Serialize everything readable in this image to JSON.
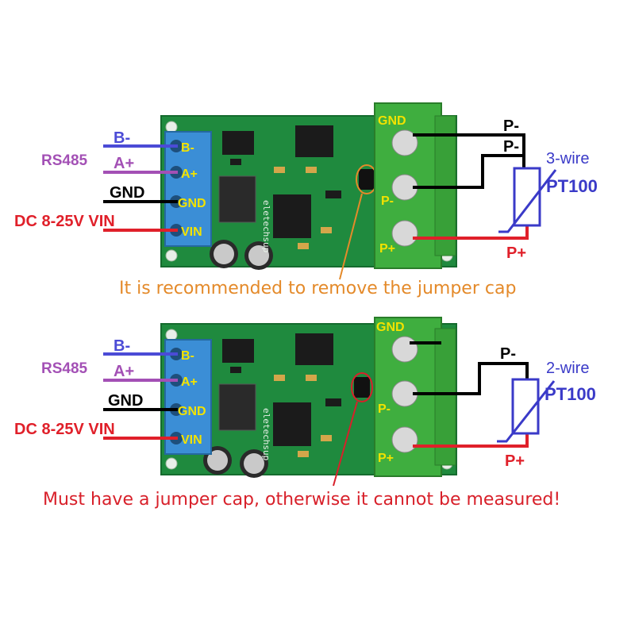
{
  "colors": {
    "pcb": "#1f8a3e",
    "pcb_dark": "#156b2e",
    "terminal": "#3fae3f",
    "blue_terminal": "#3b8ed6",
    "wire_blue": "#4b4bd6",
    "wire_purple": "#a350b5",
    "wire_black": "#000000",
    "wire_red": "#e0202a",
    "label_yellow": "#f2e200",
    "label_pt100": "#3a3ac8",
    "note_orange": "#e48a2a",
    "note_red": "#d8202a"
  },
  "top": {
    "left_labels": {
      "b_minus": "B-",
      "a_plus": "A+",
      "rs485": "RS485",
      "gnd": "GND",
      "dc": "DC 8-25V VIN"
    },
    "pcb_pins": {
      "b": "B-",
      "a": "A+",
      "gnd": "GND",
      "vin": "VIN"
    },
    "right_pins": {
      "gnd": "GND",
      "p_minus": "P-",
      "p_plus": "P+"
    },
    "wire_labels": {
      "p_minus_1": "P-",
      "p_minus_2": "P-",
      "p_plus": "P+"
    },
    "sensor": {
      "mode": "3-wire",
      "name": "PT100"
    },
    "silkscreen": "eletechsup",
    "note": "It is recommended to remove the jumper cap"
  },
  "bottom": {
    "left_labels": {
      "b_minus": "B-",
      "a_plus": "A+",
      "rs485": "RS485",
      "gnd": "GND",
      "dc": "DC 8-25V VIN"
    },
    "pcb_pins": {
      "b": "B-",
      "a": "A+",
      "gnd": "GND",
      "vin": "VIN"
    },
    "right_pins": {
      "gnd": "GND",
      "p_minus": "P-",
      "p_plus": "P+"
    },
    "wire_labels": {
      "p_minus": "P-",
      "p_plus": "P+"
    },
    "sensor": {
      "mode": "2-wire",
      "name": "PT100"
    },
    "silkscreen": "eletechsup",
    "note": "Must have a jumper cap, otherwise it cannot be measured!"
  }
}
